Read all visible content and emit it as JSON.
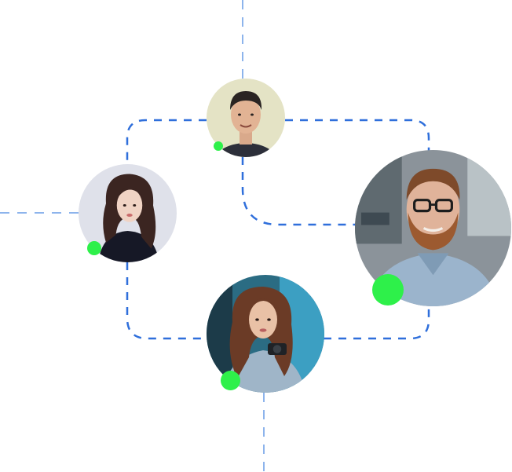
{
  "colors": {
    "background": "#ffffff",
    "connector_primary": "#2f6fdb",
    "connector_secondary": "#8db4ec",
    "online_status": "#2ef04a"
  },
  "people": [
    {
      "id": "person-top",
      "status": "online",
      "icon": "avatar-young-man"
    },
    {
      "id": "person-left",
      "status": "online",
      "icon": "avatar-woman-dark-hair"
    },
    {
      "id": "person-right",
      "status": "online",
      "icon": "avatar-bearded-man-glasses"
    },
    {
      "id": "person-bottom",
      "status": "online",
      "icon": "avatar-woman-camera"
    }
  ]
}
